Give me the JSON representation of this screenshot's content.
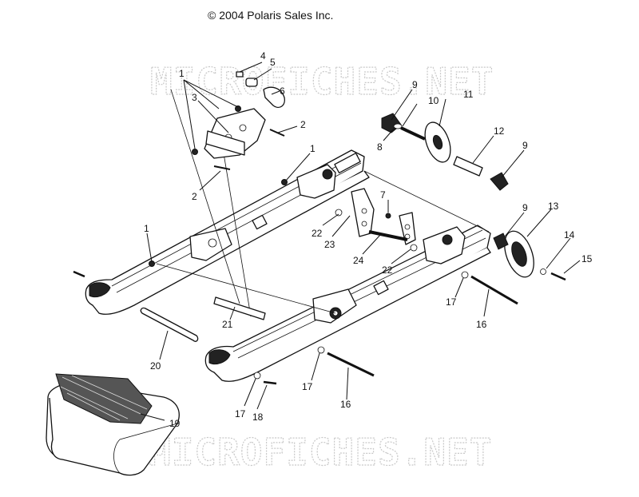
{
  "copyright": "© 2004 Polaris Sales Inc.",
  "watermark": "MICROFICHES.NET",
  "callouts": [
    {
      "id": "c1a",
      "text": "1"
    },
    {
      "id": "c1b",
      "text": "1"
    },
    {
      "id": "c1c",
      "text": "1"
    },
    {
      "id": "c2a",
      "text": "2"
    },
    {
      "id": "c2b",
      "text": "2"
    },
    {
      "id": "c3",
      "text": "3"
    },
    {
      "id": "c4",
      "text": "4"
    },
    {
      "id": "c5",
      "text": "5"
    },
    {
      "id": "c6",
      "text": "6"
    },
    {
      "id": "c7",
      "text": "7"
    },
    {
      "id": "c8",
      "text": "8"
    },
    {
      "id": "c9a",
      "text": "9"
    },
    {
      "id": "c9b",
      "text": "9"
    },
    {
      "id": "c9c",
      "text": "9"
    },
    {
      "id": "c10",
      "text": "10"
    },
    {
      "id": "c11",
      "text": "11"
    },
    {
      "id": "c12",
      "text": "12"
    },
    {
      "id": "c13",
      "text": "13"
    },
    {
      "id": "c14",
      "text": "14"
    },
    {
      "id": "c15",
      "text": "15"
    },
    {
      "id": "c16a",
      "text": "16"
    },
    {
      "id": "c16b",
      "text": "16"
    },
    {
      "id": "c17a",
      "text": "17"
    },
    {
      "id": "c17b",
      "text": "17"
    },
    {
      "id": "c17c",
      "text": "17"
    },
    {
      "id": "c18",
      "text": "18"
    },
    {
      "id": "c19",
      "text": "19"
    },
    {
      "id": "c20",
      "text": "20"
    },
    {
      "id": "c21",
      "text": "21"
    },
    {
      "id": "c22a",
      "text": "22"
    },
    {
      "id": "c22b",
      "text": "22"
    },
    {
      "id": "c23",
      "text": "23"
    },
    {
      "id": "c24",
      "text": "24"
    }
  ]
}
